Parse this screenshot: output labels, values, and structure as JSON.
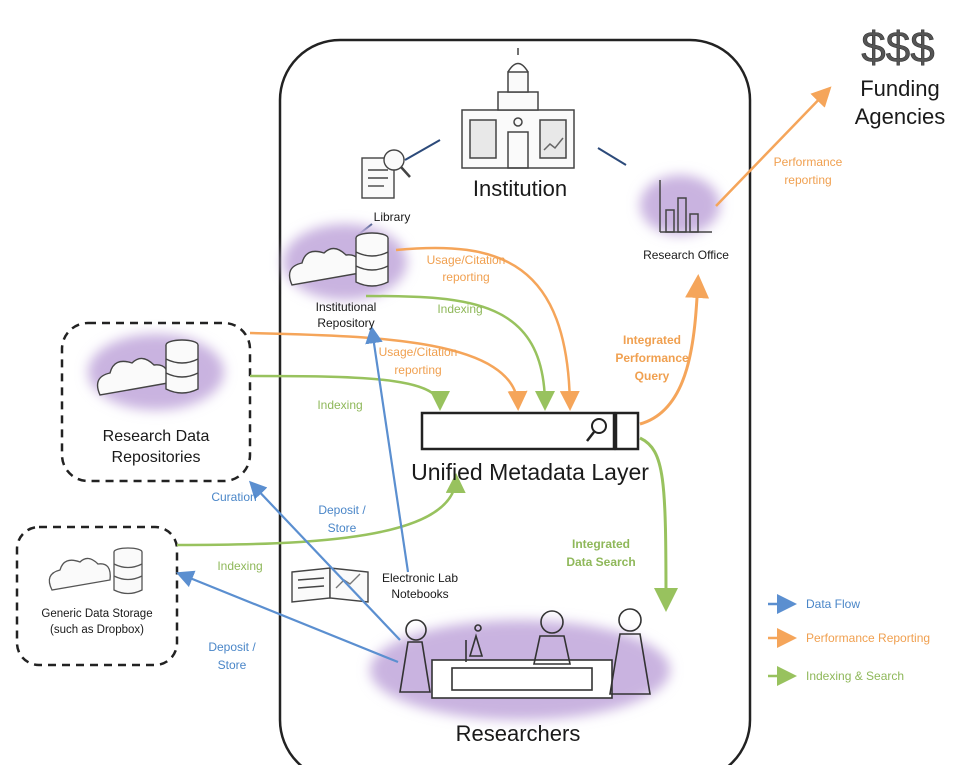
{
  "colors": {
    "data_flow": "#5b8fd0",
    "performance": "#f5a55a",
    "indexing": "#98c25e",
    "glow": "#c9b3e0",
    "ink": "#222222"
  },
  "funding": {
    "symbol": "$$$",
    "line1": "Funding",
    "line2": "Agencies"
  },
  "nodes": {
    "institution": "Institution",
    "library": "Library",
    "inst_repo_line1": "Institutional",
    "inst_repo_line2": "Repository",
    "research_office": "Research Office",
    "rdr_line1": "Research Data",
    "rdr_line2": "Repositories",
    "gds_line1": "Generic Data Storage",
    "gds_line2": "(such as Dropbox)",
    "eln_line1": "Electronic Lab",
    "eln_line2": "Notebooks",
    "uml": "Unified Metadata Layer",
    "researchers": "Researchers"
  },
  "flow_labels": {
    "perf_reporting_1": "Performance",
    "perf_reporting_2": "reporting",
    "usage_citation_a1": "Usage/Citation",
    "usage_citation_a2": "reporting",
    "indexing_a": "Indexing",
    "usage_citation_b1": "Usage/Citation",
    "usage_citation_b2": "reporting",
    "indexing_b": "Indexing",
    "ipq_1": "Integrated",
    "ipq_2": "Performance",
    "ipq_3": "Query",
    "curation": "Curation",
    "deposit_a1": "Deposit /",
    "deposit_a2": "Store",
    "indexing_c": "Indexing",
    "ids_1": "Integrated",
    "ids_2": "Data Search",
    "deposit_b1": "Deposit /",
    "deposit_b2": "Store"
  },
  "legend": [
    {
      "label": "Data Flow",
      "color": "#5b8fd0"
    },
    {
      "label": "Performance Reporting",
      "color": "#f5a55a"
    },
    {
      "label": "Indexing & Search",
      "color": "#98c25e"
    }
  ]
}
